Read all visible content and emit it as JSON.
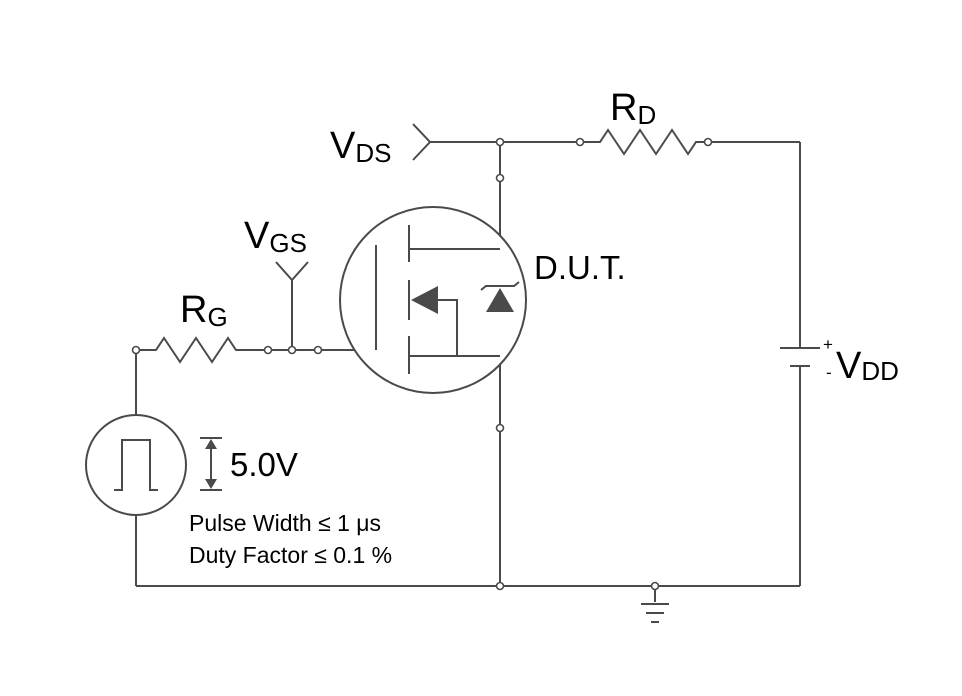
{
  "labels": {
    "vds_main": "V",
    "vds_sub": "DS",
    "rd_main": "R",
    "rd_sub": "D",
    "vgs_main": "V",
    "vgs_sub": "GS",
    "rg_main": "R",
    "rg_sub": "G",
    "dut": "D.U.T.",
    "vdd_main": "V",
    "vdd_sub": "DD",
    "vdd_plus": "+",
    "vdd_minus": "-",
    "amplitude": "5.0V",
    "pulse_width": "Pulse Width ≤ 1 μs",
    "duty_factor": "Duty Factor ≤ 0.1 %"
  },
  "icons": {
    "pulse_source": "square-pulse-icon",
    "battery": "battery-icon",
    "ground": "ground-icon",
    "mosfet": "mosfet-symbol-icon",
    "diode": "zener-diode-icon"
  },
  "colors": {
    "wire": "#4a4a4a",
    "text": "#000000",
    "background": "#ffffff"
  }
}
